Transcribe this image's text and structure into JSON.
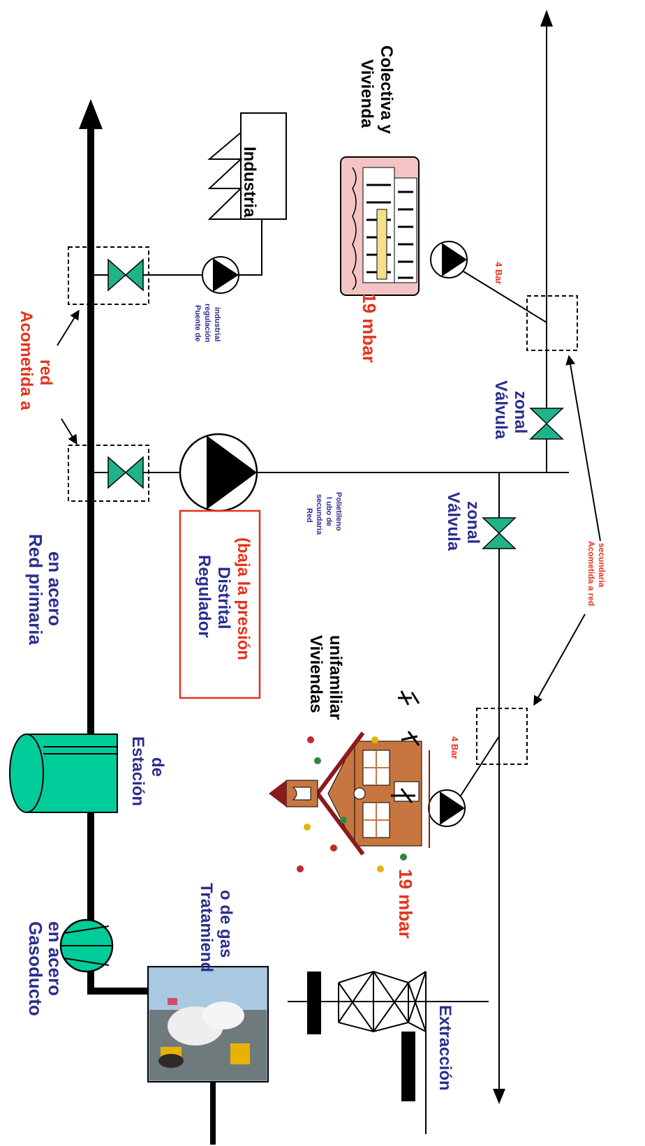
{
  "labels": {
    "gasoducto_l1": "Gasoducto",
    "gasoducto_l2": "en acero",
    "red_primaria_l1": "Red  primaria",
    "red_primaria_l2": "en acero",
    "acometida_l1": "Acometida a",
    "acometida_l2": "red",
    "regulador_l1": "Regulador",
    "regulador_l2": "Distrital",
    "regulador_l3": "(baja la presión",
    "puente_l1": "Puente de",
    "puente_l2": "regulación",
    "puente_l3": "industrial",
    "industria": "Industria",
    "vivienda_colectiva_l1": "Vivienda",
    "vivienda_colectiva_l2": "Colectiva y",
    "mbar_colectiva": "19 mbar",
    "bar_colectiva": "4 Bar",
    "valvula_zonal_right_l1": "Válvula",
    "valvula_zonal_right_l2": "zonal",
    "red_secundaria_l1": "Red",
    "red_secundaria_l2": "secundaria",
    "red_secundaria_l3": "l ubo de",
    "red_secundaria_l4": "Polietileno",
    "valvula_zonal_left_l1": "Válvula",
    "valvula_zonal_left_l2": "zonal",
    "acometida_secundaria_l1": "Acometida a red",
    "acometida_secundaria_l2": "secundaria",
    "viviendas_uni_l1": "Viviendas",
    "viviendas_uni_l2": "unifamiliar",
    "bar_uni": "4 Bar",
    "mbar_uni": "19 mbar",
    "estacion_l1": "Estación",
    "estacion_l2": "de",
    "tratamiento_l1": "Tratamiend",
    "tratamiento_l2": "o de gas",
    "extraccion": "Extracción"
  },
  "colors": {
    "label_blue": "#2b2d8f",
    "label_red": "#e8311a",
    "valve_green": "#1fb389",
    "station_green": "#00cc99",
    "house_orange": "#c8763f",
    "building_pink": "#f4c4c4"
  }
}
